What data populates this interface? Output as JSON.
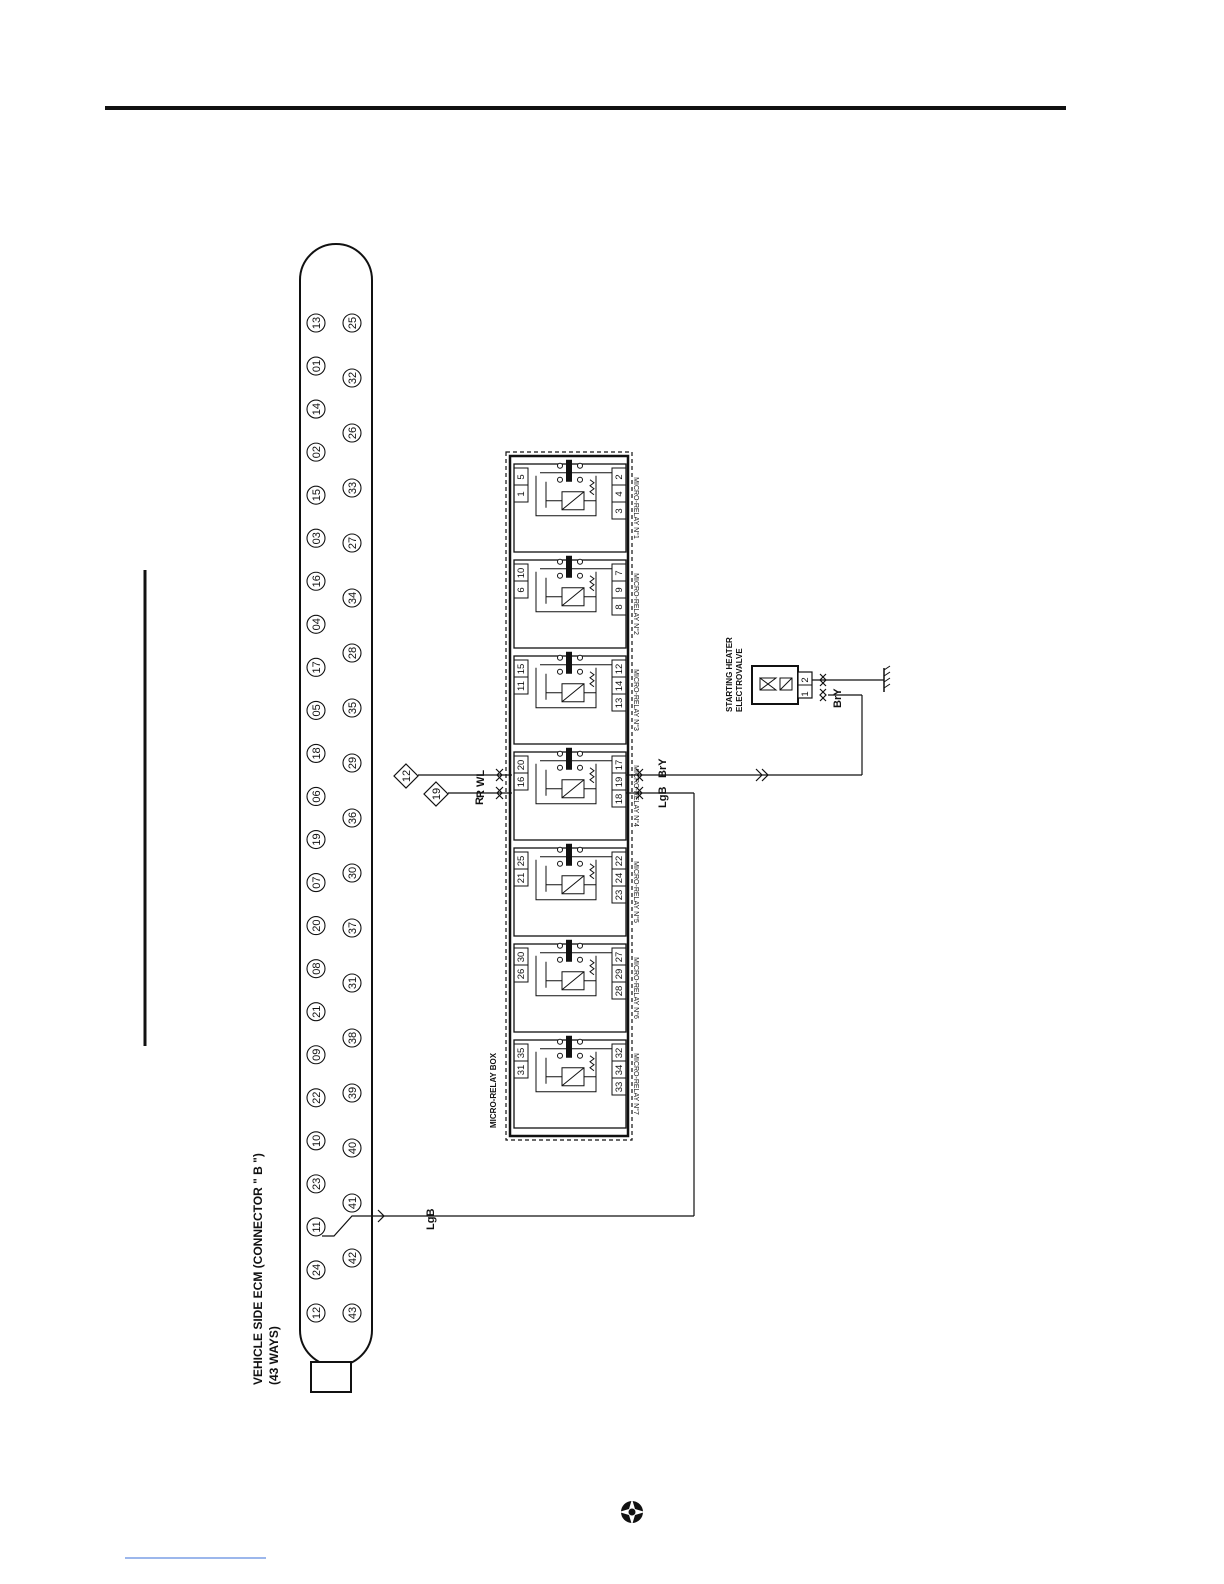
{
  "connector": {
    "title_line1": "VEHICLE SIDE ECM (CONNECTOR \" B \")",
    "title_line2": "(43 WAYS)",
    "pins_top": [
      "13",
      "01",
      "14",
      "02",
      "15",
      "03",
      "16",
      "04",
      "17",
      "05",
      "18",
      "06",
      "19",
      "07",
      "20",
      "08",
      "21",
      "09",
      "22",
      "10",
      "23",
      "11",
      "24",
      "12"
    ],
    "pins_bottom": [
      "25",
      "32",
      "26",
      "33",
      "27",
      "34",
      "28",
      "35",
      "29",
      "36",
      "30",
      "37",
      "31",
      "38",
      "39",
      "40",
      "41",
      "42",
      "43"
    ]
  },
  "relay_box": {
    "title": "MICRO-RELAY BOX",
    "relays": [
      {
        "label": "MICRO-RELAY N°1",
        "top": [
          "1",
          "5"
        ],
        "bottom": [
          "3",
          "4",
          "2"
        ]
      },
      {
        "label": "MICRO-RELAY N°2",
        "top": [
          "6",
          "10"
        ],
        "bottom": [
          "8",
          "9",
          "7"
        ]
      },
      {
        "label": "MICRO-RELAY N°3",
        "top": [
          "11",
          "15"
        ],
        "bottom": [
          "13",
          "14",
          "12"
        ]
      },
      {
        "label": "MICRO-RELAY N°4",
        "top": [
          "16",
          "20"
        ],
        "bottom": [
          "18",
          "19",
          "17"
        ]
      },
      {
        "label": "MICRO-RELAY N°5",
        "top": [
          "21",
          "25"
        ],
        "bottom": [
          "23",
          "24",
          "22"
        ]
      },
      {
        "label": "MICRO-RELAY N°6",
        "top": [
          "26",
          "30"
        ],
        "bottom": [
          "28",
          "29",
          "27"
        ]
      },
      {
        "label": "MICRO-RELAY N°7",
        "top": [
          "31",
          "35"
        ],
        "bottom": [
          "33",
          "34",
          "32"
        ]
      }
    ]
  },
  "wires": {
    "rwl": "R WL",
    "r": "R",
    "lgb_1": "LgB",
    "bry_1": "BrY",
    "lgb_2": "LgB",
    "bry_2": "BrY"
  },
  "references": {
    "diamond_1": "12",
    "diamond_2": "19"
  },
  "component": {
    "line1": "STARTING HEATER",
    "line2": "ELECTROVALVE",
    "pin_1": "1",
    "pin_2": "2"
  }
}
